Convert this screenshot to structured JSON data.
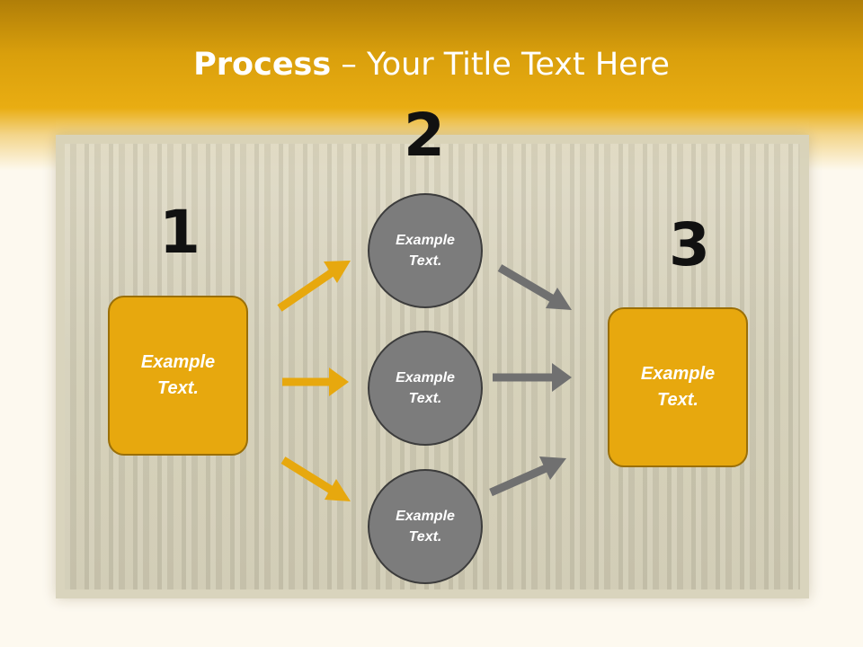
{
  "title": {
    "strong": "Process",
    "rest": " – Your Title Text Here"
  },
  "steps": {
    "one": "1",
    "two": "2",
    "three": "3"
  },
  "left_box": {
    "line1": "Example",
    "line2": "Text."
  },
  "circles": [
    {
      "line1": "Example",
      "line2": "Text."
    },
    {
      "line1": "Example",
      "line2": "Text."
    },
    {
      "line1": "Example",
      "line2": "Text."
    }
  ],
  "right_box": {
    "line1": "Example",
    "line2": "Text."
  },
  "colors": {
    "accent": "#e7a80e",
    "accent_border": "#9a6f08",
    "circle_fill": "#7c7c7c",
    "arrow_gold": "#e7a80e",
    "arrow_gray": "#707070"
  }
}
